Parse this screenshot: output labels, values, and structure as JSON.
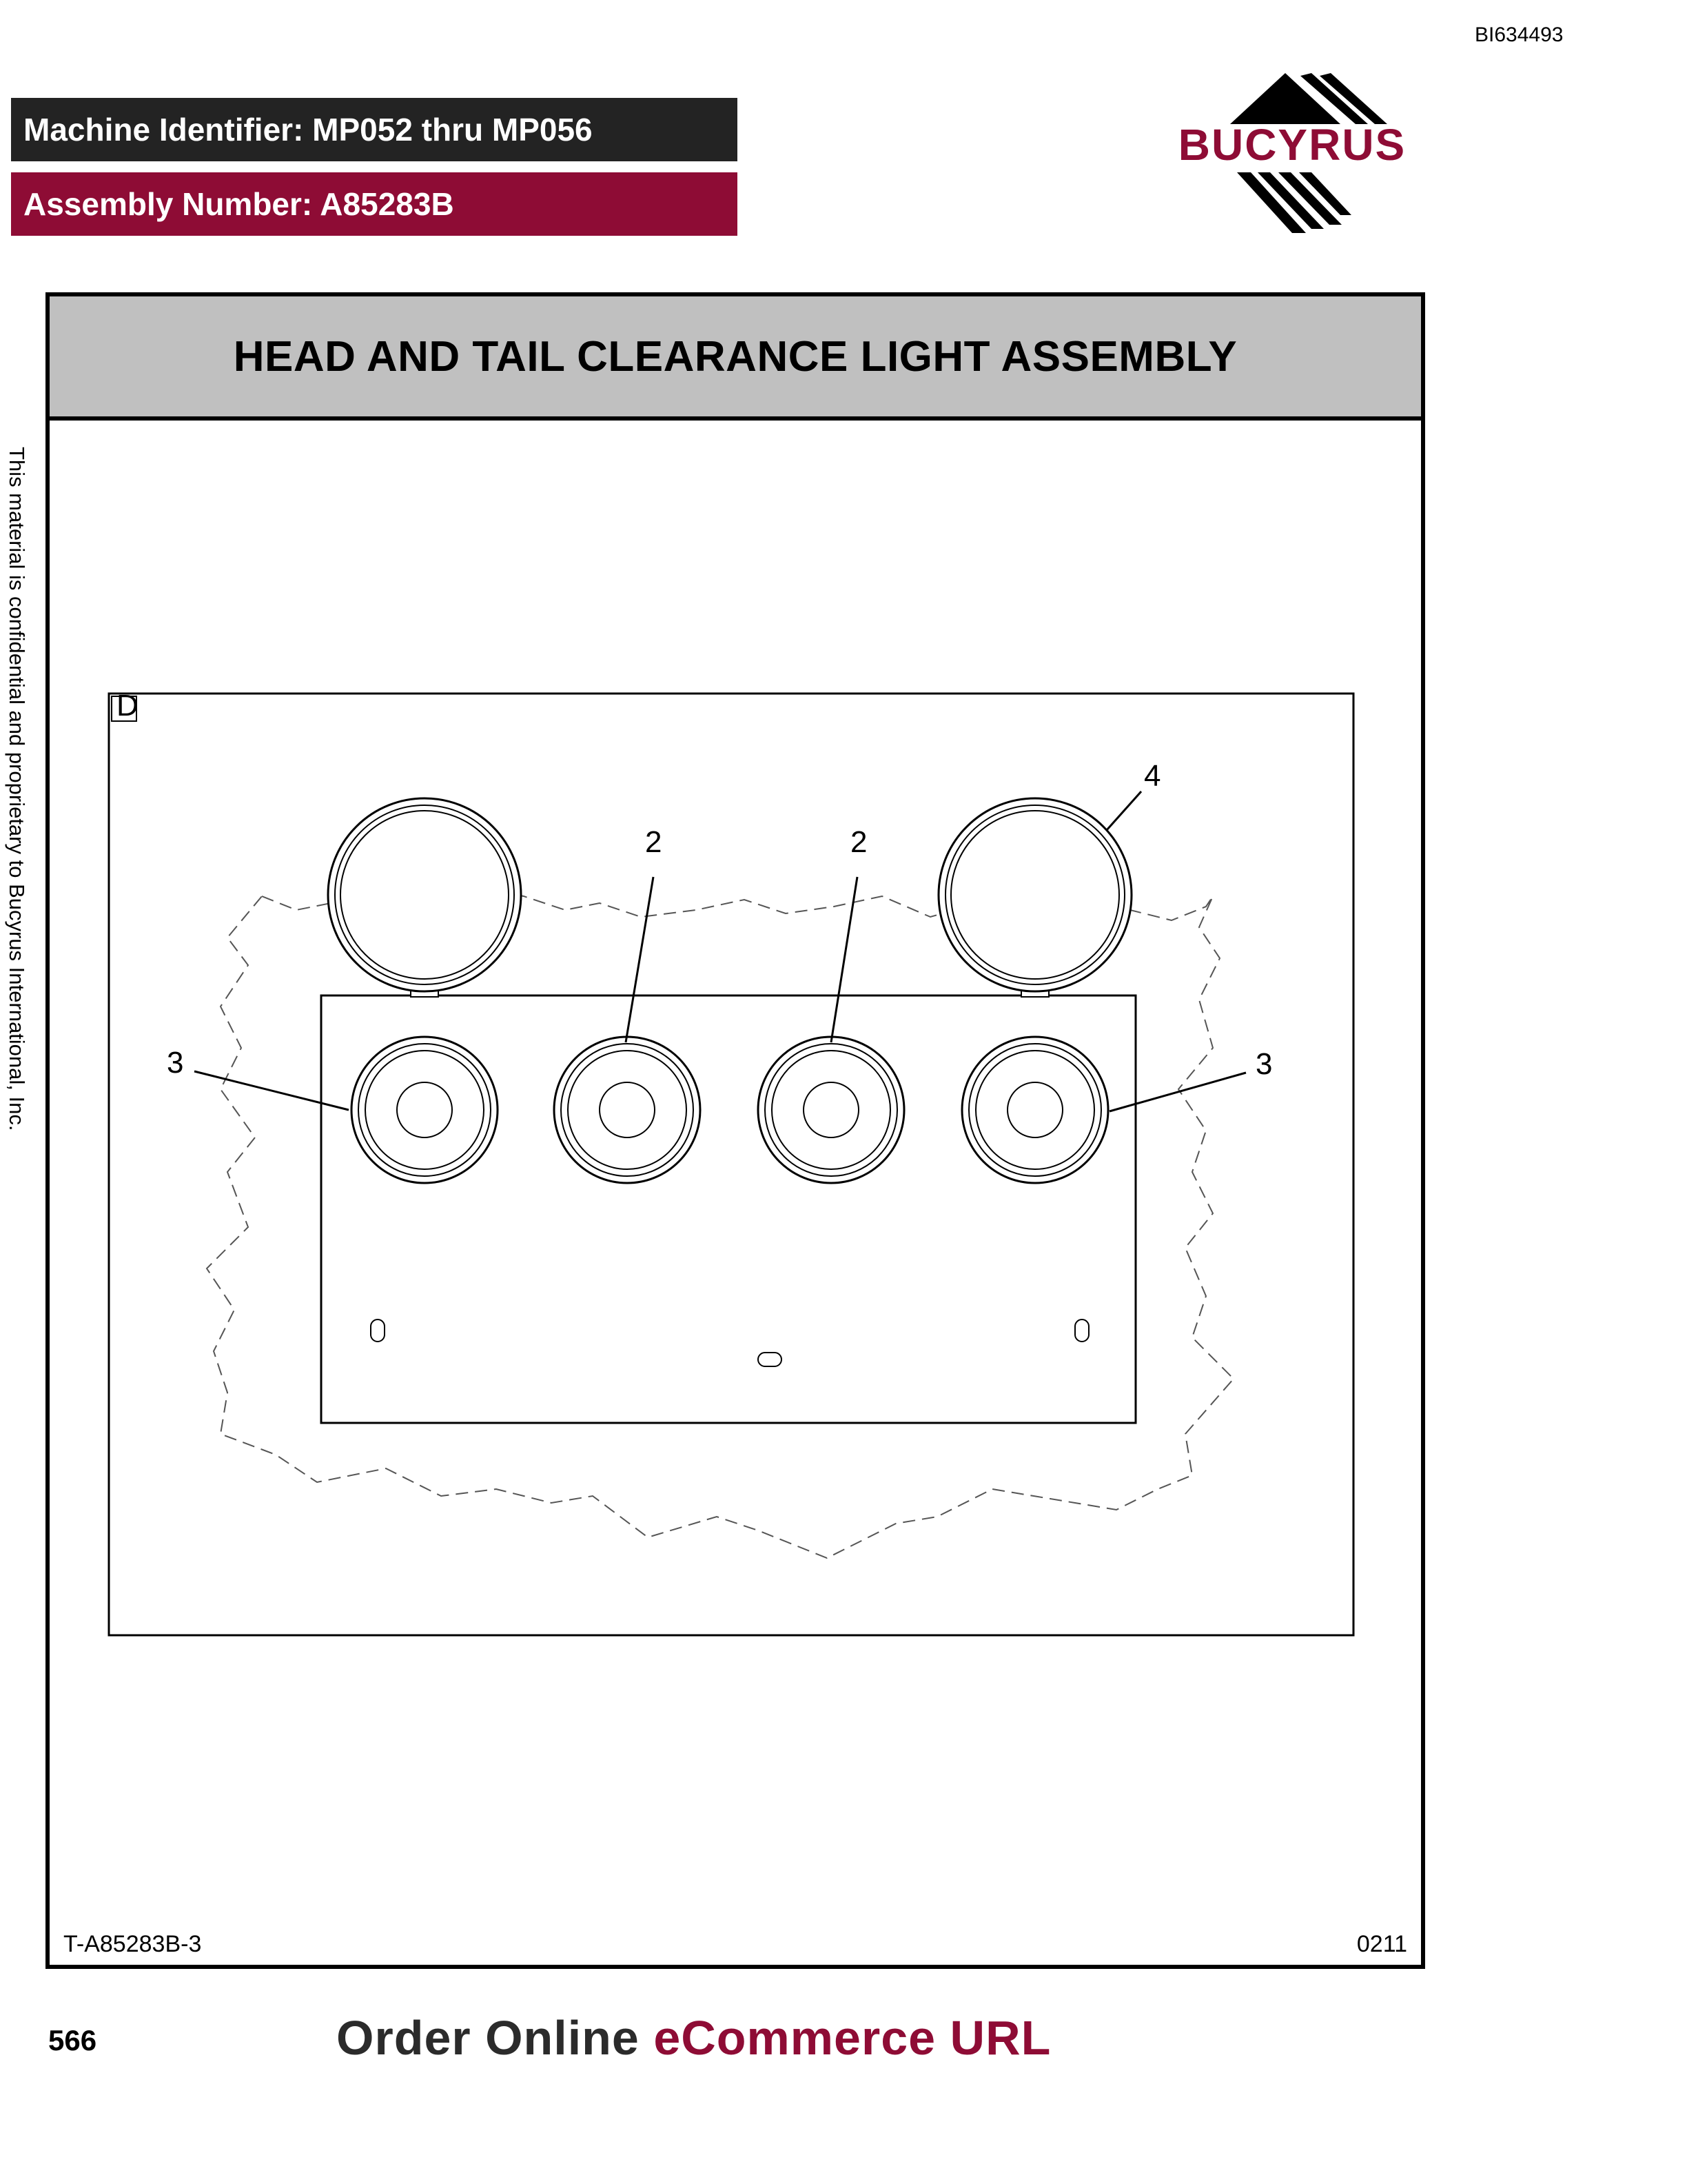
{
  "header": {
    "doc_id": "BI634493",
    "machine_identifier": "Machine Identifier: MP052 thru MP056",
    "assembly_number": "Assembly Number: A85283B",
    "logo_text": "BUCYRUS",
    "colors": {
      "brand": "#8e0c35",
      "dark_banner": "#232323",
      "title_bar": "#c0c0c0"
    }
  },
  "title": "HEAD AND TAIL CLEARANCE LIGHT ASSEMBLY",
  "side_notice": "This material is confidential and proprietary to Bucyrus International, Inc.",
  "figure": {
    "reference": "T-A85283B-3",
    "date_code": "0211",
    "view_marker": "D",
    "callouts": {
      "upper_light": "4",
      "inner_light_left": "2",
      "inner_light_right": "2",
      "outer_light_left": "3",
      "outer_light_right": "3"
    }
  },
  "footer": {
    "page_number": "566",
    "order_text_1": "Order Online ",
    "order_text_2": "eCommerce URL"
  }
}
